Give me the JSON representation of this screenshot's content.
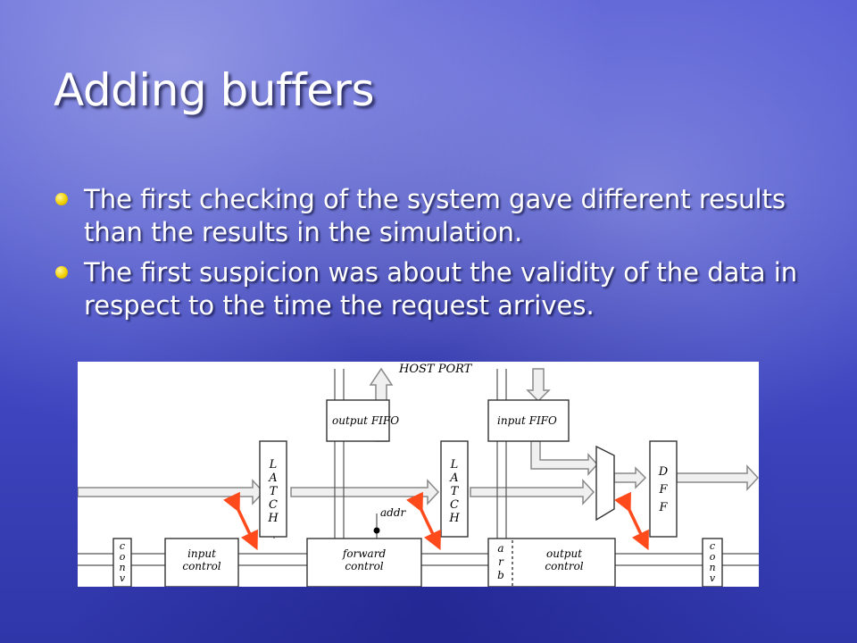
{
  "slide": {
    "title": "Adding buffers",
    "bullets": [
      "The first checking of the system gave different results than the results in the simulation.",
      "The first suspicion was about the validity of the data in respect to the time the request arrives."
    ]
  },
  "diagram": {
    "host_port": "HOST PORT",
    "output_fifo": "output FIFO",
    "input_fifo": "input FIFO",
    "latch_letters": [
      "L",
      "A",
      "T",
      "C",
      "H"
    ],
    "dff_letters": [
      "D",
      "F",
      "F"
    ],
    "conv_letters": [
      "c",
      "o",
      "n",
      "v"
    ],
    "arb_letters": [
      "a",
      "r",
      "b"
    ],
    "addr": "addr",
    "input_control": [
      "input",
      "control"
    ],
    "forward_control": [
      "forward",
      "control"
    ],
    "output_control": [
      "output",
      "control"
    ],
    "arrow_color": "#ff4a1c"
  }
}
